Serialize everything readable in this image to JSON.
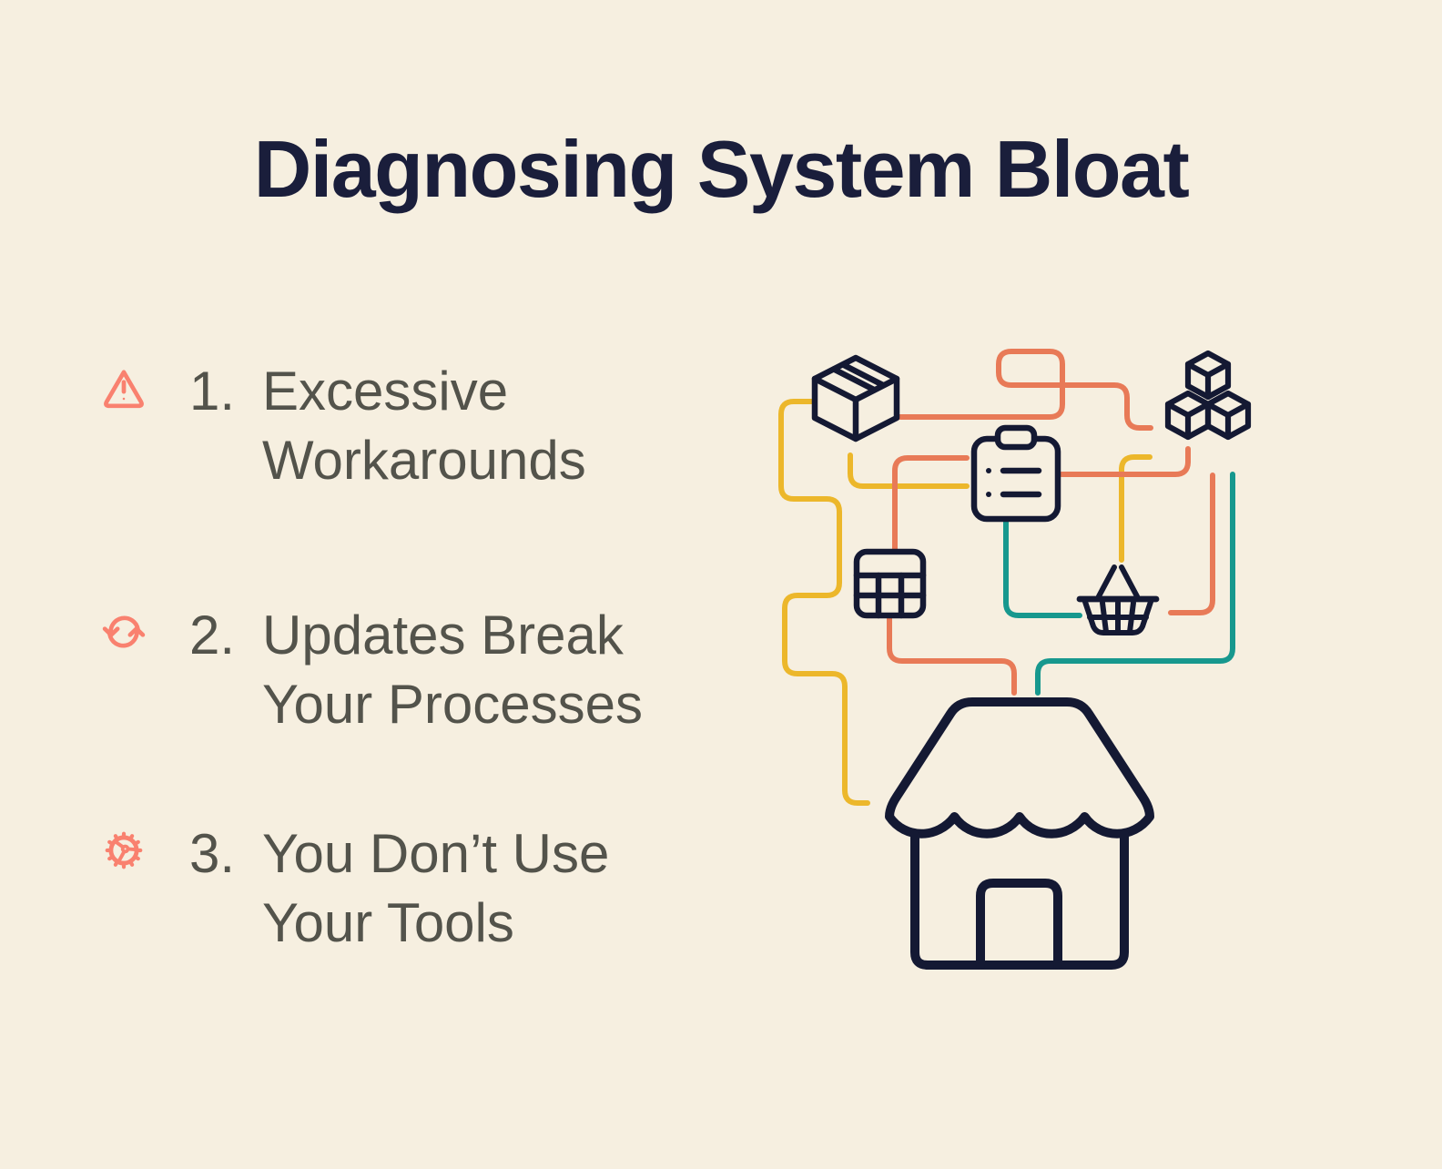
{
  "title": "Diagnosing System Bloat",
  "list": {
    "items": [
      {
        "number": "1.",
        "label": "Excessive Workarounds",
        "icon": "warning-triangle-icon"
      },
      {
        "number": "2.",
        "label": "Updates Break Your Processes",
        "icon": "refresh-icon"
      },
      {
        "number": "3.",
        "label": "You Don’t Use Your Tools",
        "icon": "gear-icon"
      }
    ]
  },
  "illustration": {
    "icons": [
      "package-box-icon",
      "cubes-icon",
      "clipboard-checklist-icon",
      "table-grid-icon",
      "shopping-basket-icon",
      "storefront-icon"
    ],
    "connector_colors": {
      "orange": "#E87A57",
      "yellow": "#ECB72B",
      "teal": "#17988E"
    }
  },
  "colors": {
    "background": "#F6EFE0",
    "title_text": "#1A1E3B",
    "list_text": "#53534B",
    "list_icon_coral": "#F9816F",
    "icon_navy": "#141933"
  }
}
